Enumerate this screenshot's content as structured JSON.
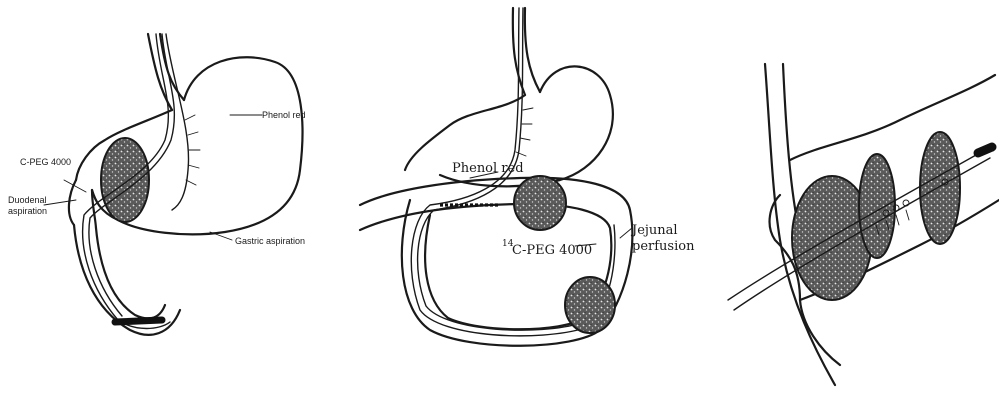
{
  "figure": {
    "panel_a": {
      "labels": {
        "phenol_red": "Phenol red",
        "c_peg": "C-PEG 4000",
        "duodenal": "Duodenal",
        "aspiration": "aspiration",
        "gastric_aspiration": "Gastric aspiration"
      }
    },
    "panel_b": {
      "labels": {
        "phenol_red": "Phenol red",
        "c_peg_sup": "14",
        "c_peg": "C-PEG 4000",
        "jejunal": "Jejunal",
        "perfusion": "perfusion"
      }
    },
    "panel_c": {
      "labels": {}
    }
  }
}
